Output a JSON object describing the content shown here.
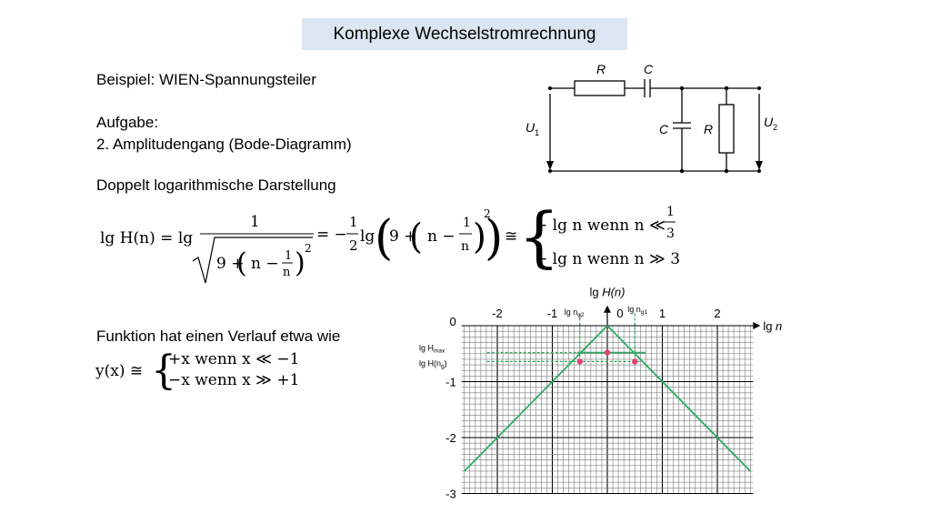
{
  "slide": {
    "title": "Komplexe Wechselstromrechnung",
    "example": "Beispiel: WIEN-Spannungsteiler",
    "task_label": "Aufgabe:",
    "task_item": "2. Amplitudengang (Bode-Diagramm)",
    "representation": "Doppelt logarithmische Darstellung",
    "function_intro": "Funktion hat einen Verlauf etwa wie"
  },
  "formula_main": {
    "lhs": "lg H(n) = lg",
    "num": "1",
    "den_a": "9 +",
    "den_b": "n −",
    "den_frac_num": "1",
    "den_frac_den": "n",
    "exp": "2",
    "eq2": "= −",
    "half_num": "1",
    "half_den": "2",
    "lg2": "lg",
    "inner_a": "9 +",
    "inner_b": "n −",
    "inner_frac_num": "1",
    "inner_frac_den": "n",
    "approx": "≅",
    "case1": "+ lg n   wenn n ≪",
    "case1_num": "1",
    "case1_den": "3",
    "case2": "− lg n  wenn n ≫ 3"
  },
  "formula_y": {
    "lhs": "y(x) ≅",
    "case1": "+x  wenn x ≪ −1",
    "case2": "−x wenn x ≫ +1"
  },
  "circuit": {
    "r_series": "R",
    "c_series": "C",
    "c_parallel": "C",
    "r_parallel": "R",
    "u1": "U",
    "u1_sub": "1",
    "u2": "U",
    "u2_sub": "2"
  },
  "chart_data": {
    "type": "line",
    "title": "lg H(n)",
    "xlabel": "lg n",
    "ylabel": "lg H(n)",
    "xlim": [
      -2.65,
      2.65
    ],
    "ylim": [
      -3,
      0.2
    ],
    "x_ticks": [
      -2,
      -1,
      0,
      1,
      2
    ],
    "x_tick_labels": [
      "-2",
      "-1",
      "0",
      "1",
      "2"
    ],
    "y_ticks": [
      0,
      -1,
      -2,
      -3
    ],
    "y_tick_labels": [
      "0",
      "-1",
      "-2",
      "-3"
    ],
    "grid": true,
    "series": [
      {
        "values": [
          [
            -2.6,
            -2.6
          ],
          [
            0,
            0
          ]
        ],
        "x": [
          -2.6,
          0
        ]
      },
      {
        "values": [
          [
            0,
            0
          ],
          [
            2.6,
            -2.6
          ]
        ],
        "x": [
          0,
          2.6
        ]
      }
    ],
    "lines": {
      "lg_Hmax": -0.48,
      "lg_H_ng": -0.64,
      "lg_ng2": -0.5,
      "lg_ng1": 0.5
    },
    "points": [
      [
        -0.5,
        -0.64
      ],
      [
        0,
        -0.48
      ],
      [
        0.5,
        -0.64
      ]
    ],
    "annotations": {
      "lg_Hmax": "lg H",
      "lg_Hmax_sub": "max",
      "lg_H_ng": "lg H(n",
      "lg_H_ng_sub": "g",
      "lg_ng2": "lg n",
      "lg_ng2_sub": "g2",
      "lg_ng1": "lg n",
      "lg_ng1_sub": "g1"
    },
    "colors": {
      "curve": "#2eaa62",
      "guides": "#2eaa62",
      "points": "#e0407a",
      "grid": "#7a7a7a"
    }
  }
}
